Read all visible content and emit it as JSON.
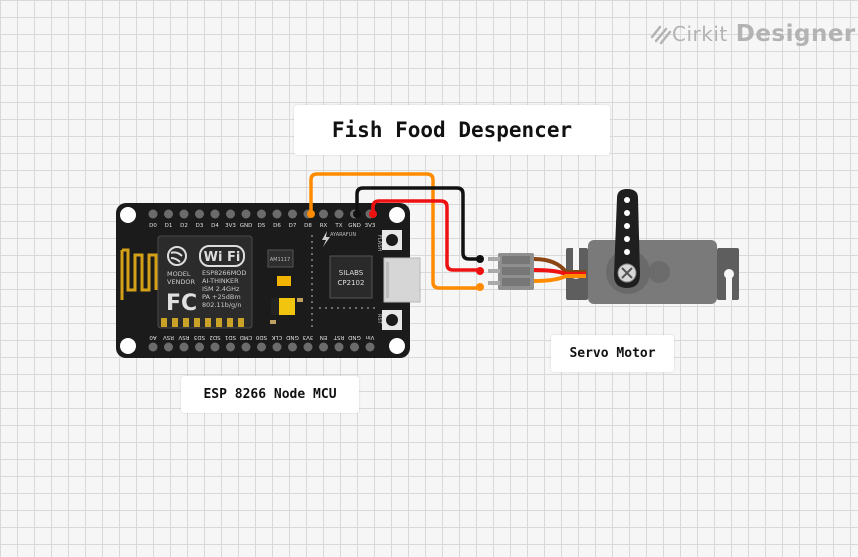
{
  "brand": {
    "name_part1": "Cirkit",
    "name_part2": "Designer",
    "icon": "cirkit-logo-icon"
  },
  "title": "Fish Food Despencer",
  "components": {
    "mcu": {
      "label": "ESP 8266 Node MCU",
      "top_pins": [
        "D0",
        "D1",
        "D2",
        "D3",
        "D4",
        "3V3",
        "GND",
        "D5",
        "D6",
        "D7",
        "D8",
        "RX",
        "TX",
        "GND",
        "3V3"
      ],
      "bottom_pins": [
        "A0",
        "RSV",
        "RSV",
        "SD3",
        "SD2",
        "SD1",
        "CMD",
        "SD0",
        "CLK",
        "GND",
        "3V3",
        "EN",
        "RST",
        "GND",
        "Vin"
      ],
      "chip_text": [
        "SILABS",
        "CP2102"
      ],
      "module_text": [
        "ESP8266MOD",
        "AI-THINKER",
        "ISM 2.4GHz",
        "PA +25dBm",
        "802.11b/g/n"
      ],
      "model_text": [
        "MODEL",
        "VENDOR"
      ],
      "wifi_text": "Wi Fi",
      "fc_text": "FC",
      "ams_text": "AM1117",
      "brand_text": "AYARAFUN",
      "flash_text": "FLASH",
      "rst_text": "RST"
    },
    "servo": {
      "label": "Servo Motor"
    }
  },
  "wires": [
    {
      "name": "signal-wire",
      "from": "D8",
      "to": "Servo signal",
      "color": "#ff8c00"
    },
    {
      "name": "ground-wire",
      "from": "GND",
      "to": "Servo GND",
      "color": "#111111"
    },
    {
      "name": "power-wire",
      "from": "3V3",
      "to": "Servo VCC",
      "color": "#ee1111"
    }
  ]
}
